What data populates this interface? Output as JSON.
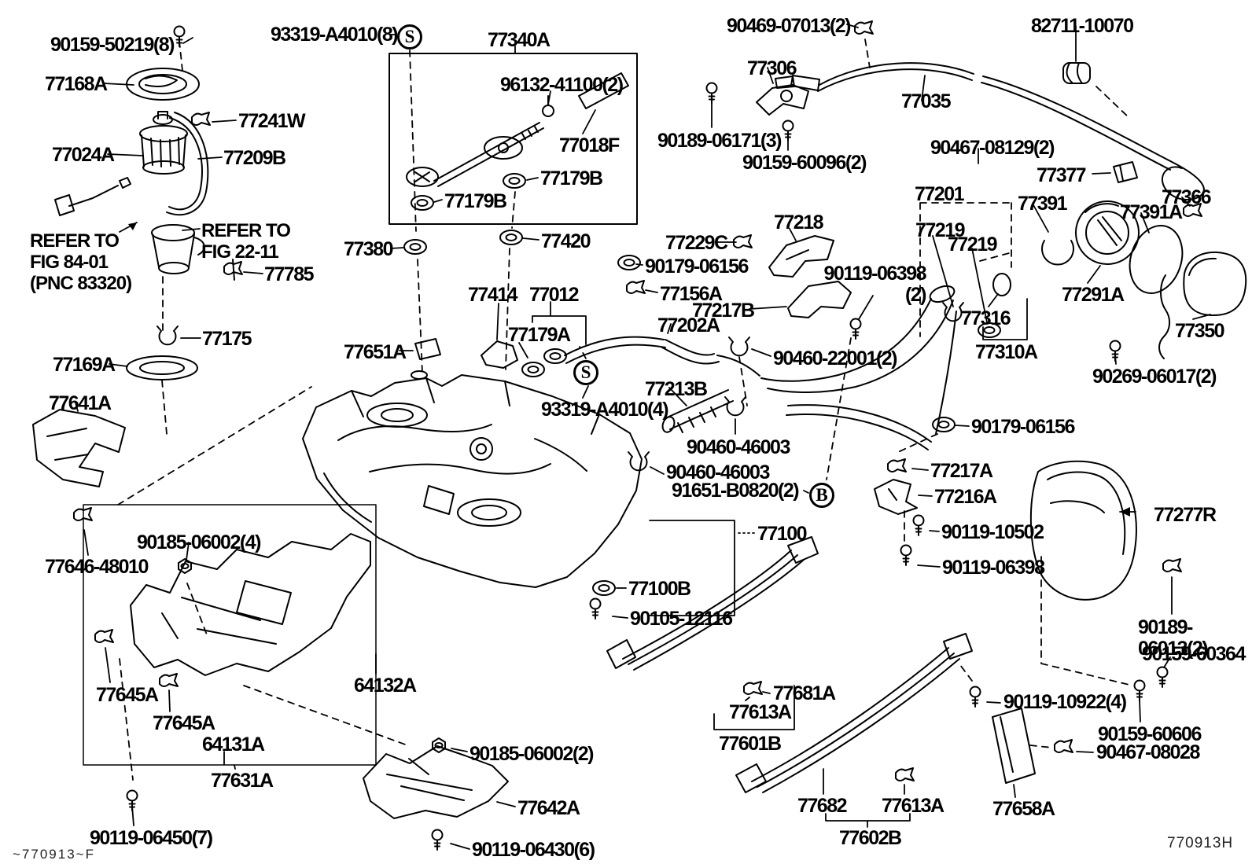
{
  "diagram": {
    "footer_left": "~770913~F",
    "footer_right": "770913H",
    "callouts": [
      {
        "symbol": "S"
      },
      {
        "symbol": "S"
      },
      {
        "symbol": "B"
      }
    ],
    "notes": [
      {
        "text": "REFER TO\nFIG 84-01\n(PNC 83320)"
      },
      {
        "text": "REFER TO\nFIG 22-11"
      }
    ],
    "labels": [
      {
        "text": "90159-50219(8)"
      },
      {
        "text": "77168A"
      },
      {
        "text": "77241W"
      },
      {
        "text": "77024A"
      },
      {
        "text": "77209B"
      },
      {
        "text": "77785"
      },
      {
        "text": "77175"
      },
      {
        "text": "77169A"
      },
      {
        "text": "77641A"
      },
      {
        "text": "93319-A4010(8)"
      },
      {
        "text": "77340A"
      },
      {
        "text": "96132-41100(2)"
      },
      {
        "text": "77018F"
      },
      {
        "text": "77179B"
      },
      {
        "text": "77179B"
      },
      {
        "text": "77380"
      },
      {
        "text": "77420"
      },
      {
        "text": "90469-07013(2)"
      },
      {
        "text": "77306"
      },
      {
        "text": "82711-10070"
      },
      {
        "text": "77035"
      },
      {
        "text": "90189-06171(3)"
      },
      {
        "text": "90159-60096(2)"
      },
      {
        "text": "90467-08129(2)"
      },
      {
        "text": "77377"
      },
      {
        "text": "77201"
      },
      {
        "text": "77391"
      },
      {
        "text": "77366"
      },
      {
        "text": "77391A"
      },
      {
        "text": "77219"
      },
      {
        "text": "77219"
      },
      {
        "text": "77291A"
      },
      {
        "text": "77316"
      },
      {
        "text": "77310A"
      },
      {
        "text": "77350"
      },
      {
        "text": "90269-06017(2)"
      },
      {
        "text": "77229C"
      },
      {
        "text": "77218"
      },
      {
        "text": "90179-06156"
      },
      {
        "text": "77414"
      },
      {
        "text": "77012"
      },
      {
        "text": "77156A"
      },
      {
        "text": "77217B"
      },
      {
        "text": "77202A"
      },
      {
        "text": "90119-06398\n(2)"
      },
      {
        "text": "77179A"
      },
      {
        "text": "77651A"
      },
      {
        "text": "90460-22001(2)"
      },
      {
        "text": "93319-A4010(4)"
      },
      {
        "text": "77213B"
      },
      {
        "text": "90460-46003"
      },
      {
        "text": "90460-46003"
      },
      {
        "text": "91651-B0820(2)"
      },
      {
        "text": "90179-06156"
      },
      {
        "text": "77217A"
      },
      {
        "text": "77216A"
      },
      {
        "text": "90119-10502"
      },
      {
        "text": "90119-06398"
      },
      {
        "text": "90185-06002(4)"
      },
      {
        "text": "77646-48010"
      },
      {
        "text": "77645A"
      },
      {
        "text": "77645A"
      },
      {
        "text": "64131A"
      },
      {
        "text": "77631A"
      },
      {
        "text": "90119-06450(7)"
      },
      {
        "text": "64132A"
      },
      {
        "text": "90185-06002(2)"
      },
      {
        "text": "77642A"
      },
      {
        "text": "90119-06430(6)"
      },
      {
        "text": "77100"
      },
      {
        "text": "77100B"
      },
      {
        "text": "90105-12116"
      },
      {
        "text": "77681A"
      },
      {
        "text": "77613A"
      },
      {
        "text": "77601B"
      },
      {
        "text": "77682"
      },
      {
        "text": "77613A"
      },
      {
        "text": "77602B"
      },
      {
        "text": "77658A"
      },
      {
        "text": "77277R"
      },
      {
        "text": "90189-06013(2)"
      },
      {
        "text": "90159-60364"
      },
      {
        "text": "90119-10922(4)"
      },
      {
        "text": "90159-60606"
      },
      {
        "text": "90467-08028"
      }
    ]
  }
}
